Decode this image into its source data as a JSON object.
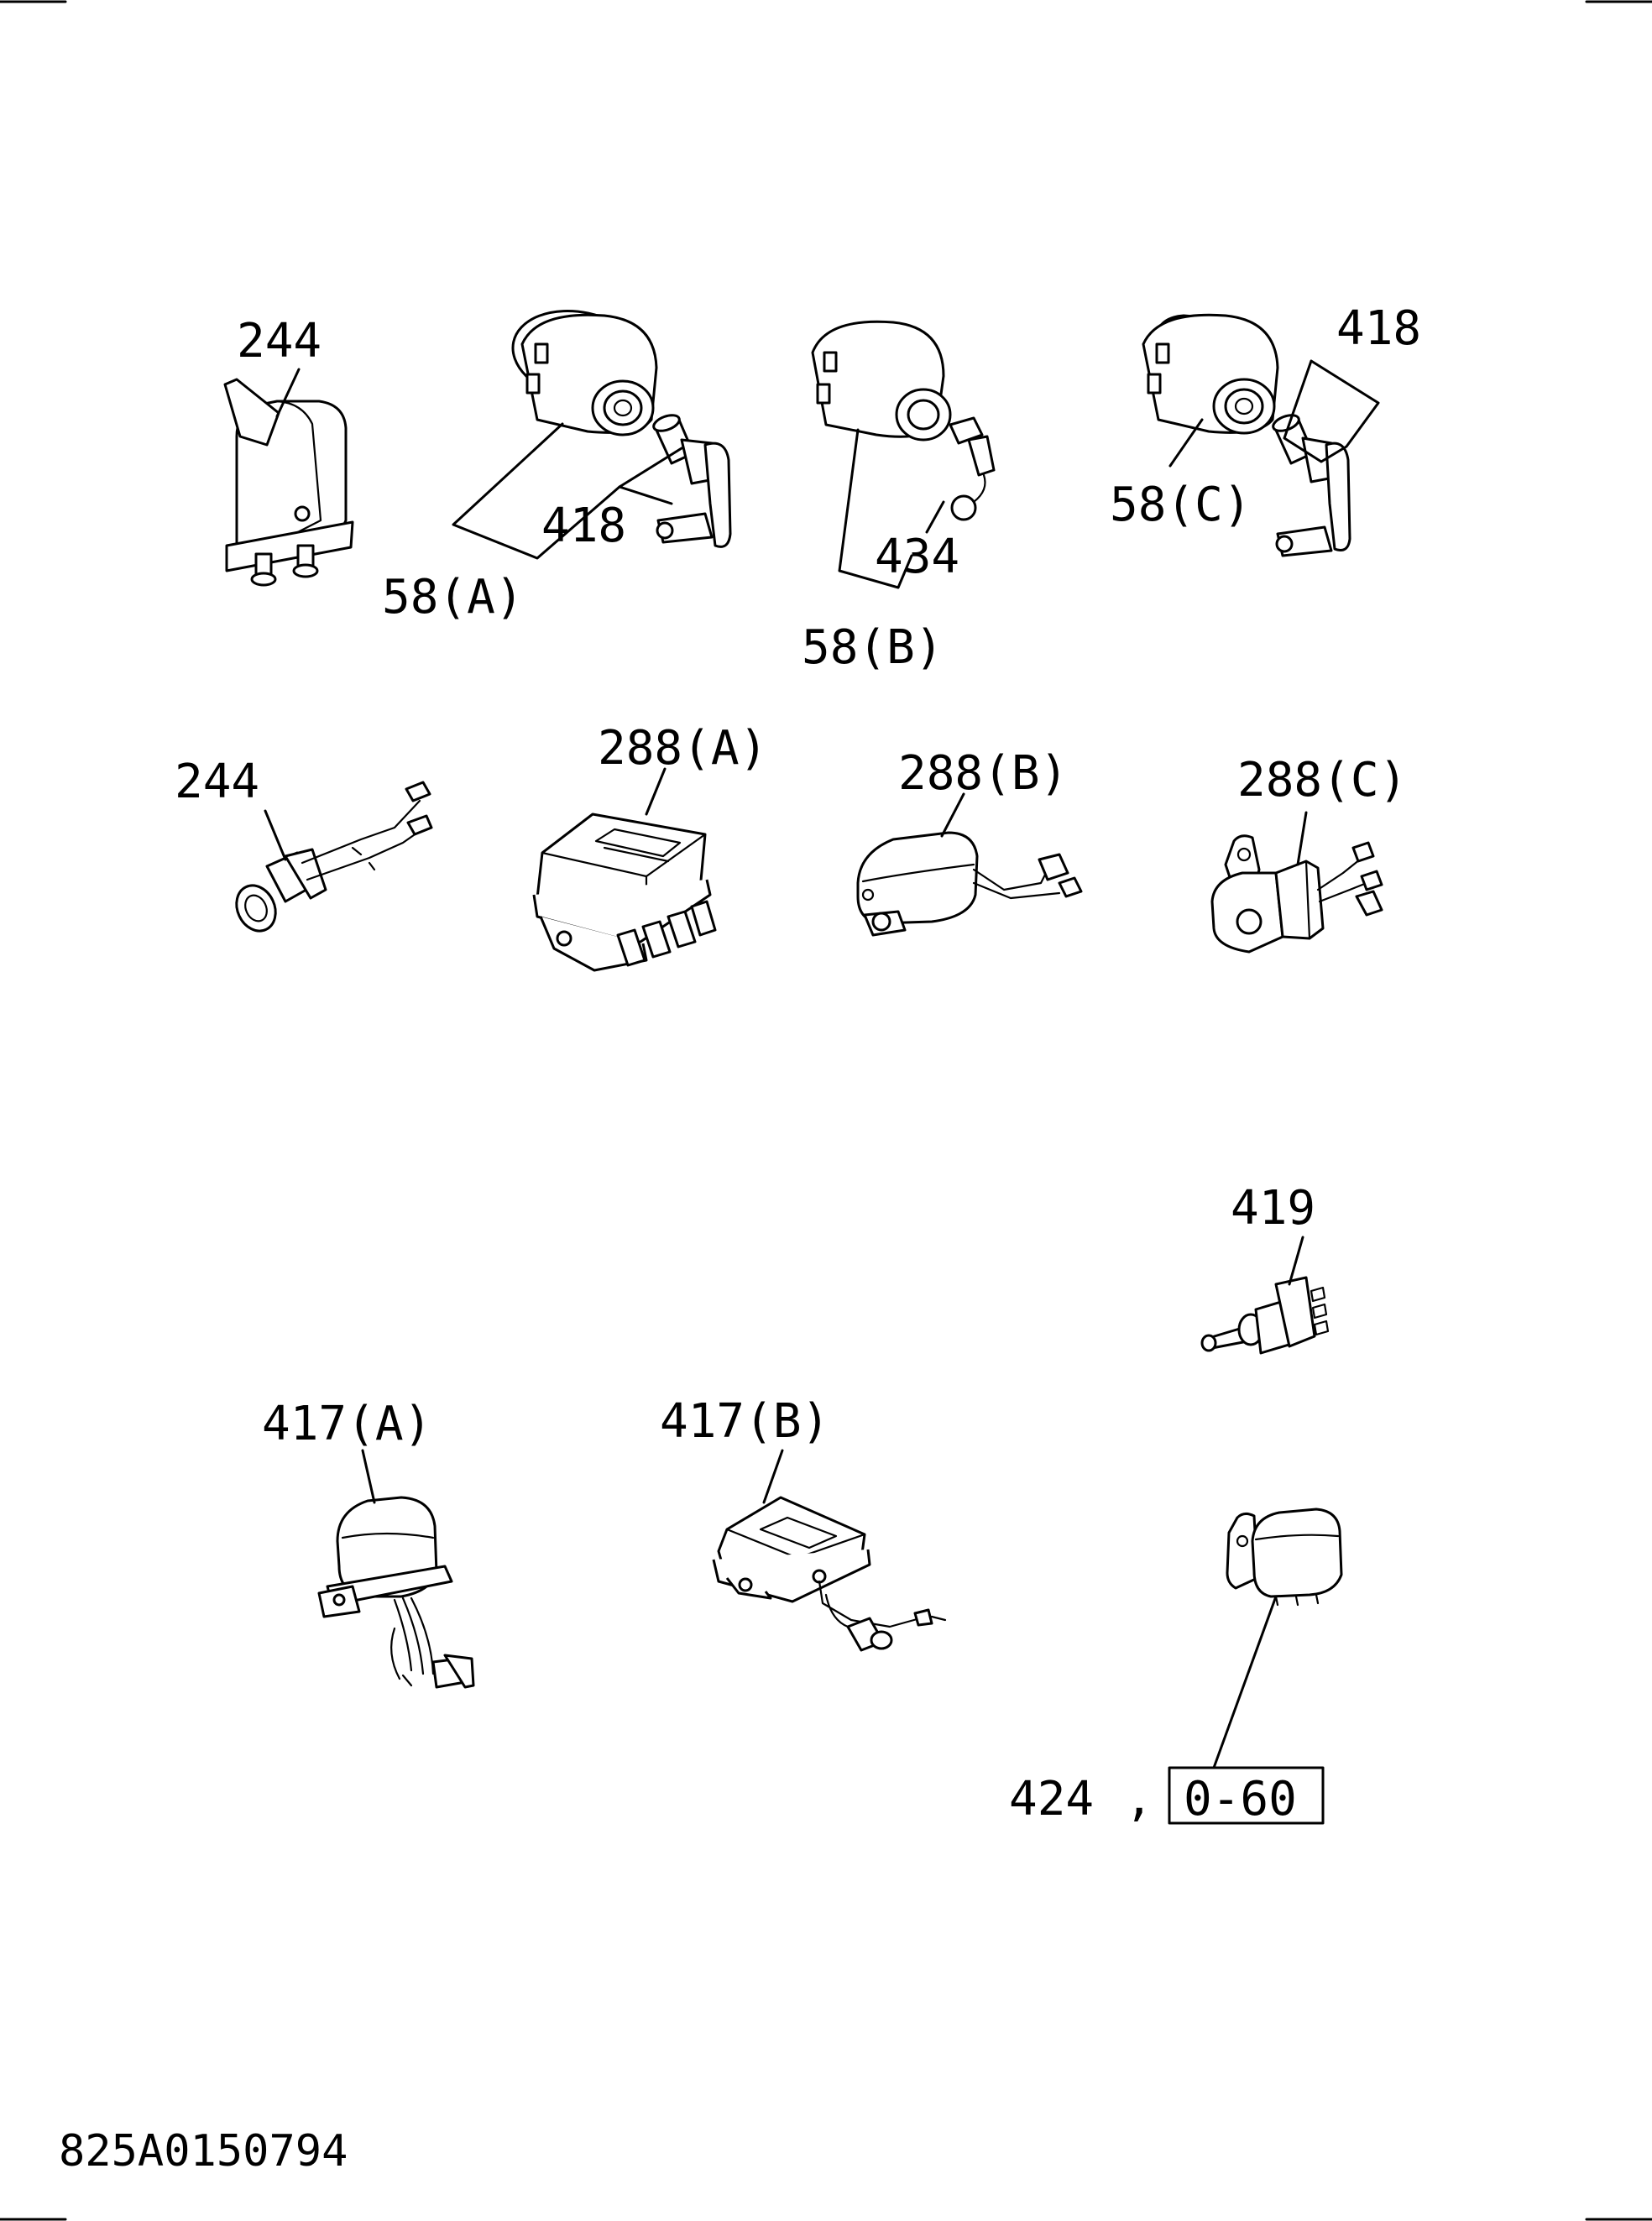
{
  "labels": {
    "l244_top": "244",
    "l58a": "58(A)",
    "l418_a": "418",
    "l434": "434",
    "l58b": "58(B)",
    "l418_c": "418",
    "l58c": "58(C)",
    "l244_mid": "244",
    "l288a": "288(A)",
    "l288b": "288(B)",
    "l288c": "288(C)",
    "l419": "419",
    "l417a": "417(A)",
    "l417b": "417(B)",
    "l424": "424",
    "l424_sep": ",",
    "l424_ref": "0-60"
  },
  "document_id": "825A0150794"
}
